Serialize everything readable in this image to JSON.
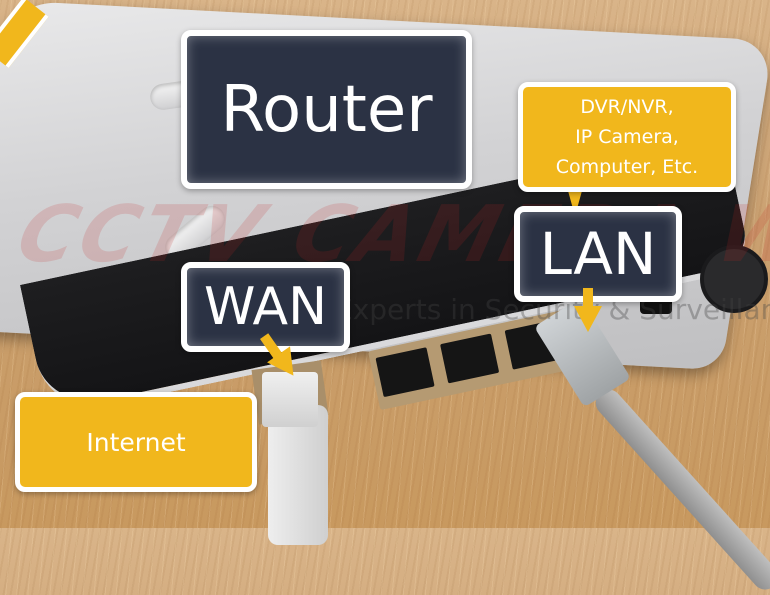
{
  "labels": {
    "router": "Router",
    "lan": "LAN",
    "wan": "WAN"
  },
  "callouts": {
    "devices": [
      "DVR/NVR,",
      "IP Camera,",
      "Computer, Etc."
    ],
    "internet": "Internet"
  },
  "watermark": {
    "brand": "CCTV CAMERA WORLD",
    "tagline": "Experts in Security & Surveillance Systems"
  },
  "colors": {
    "label_bg": "#2b3244",
    "callout_bg": "#f1b71c",
    "border": "#ffffff"
  }
}
